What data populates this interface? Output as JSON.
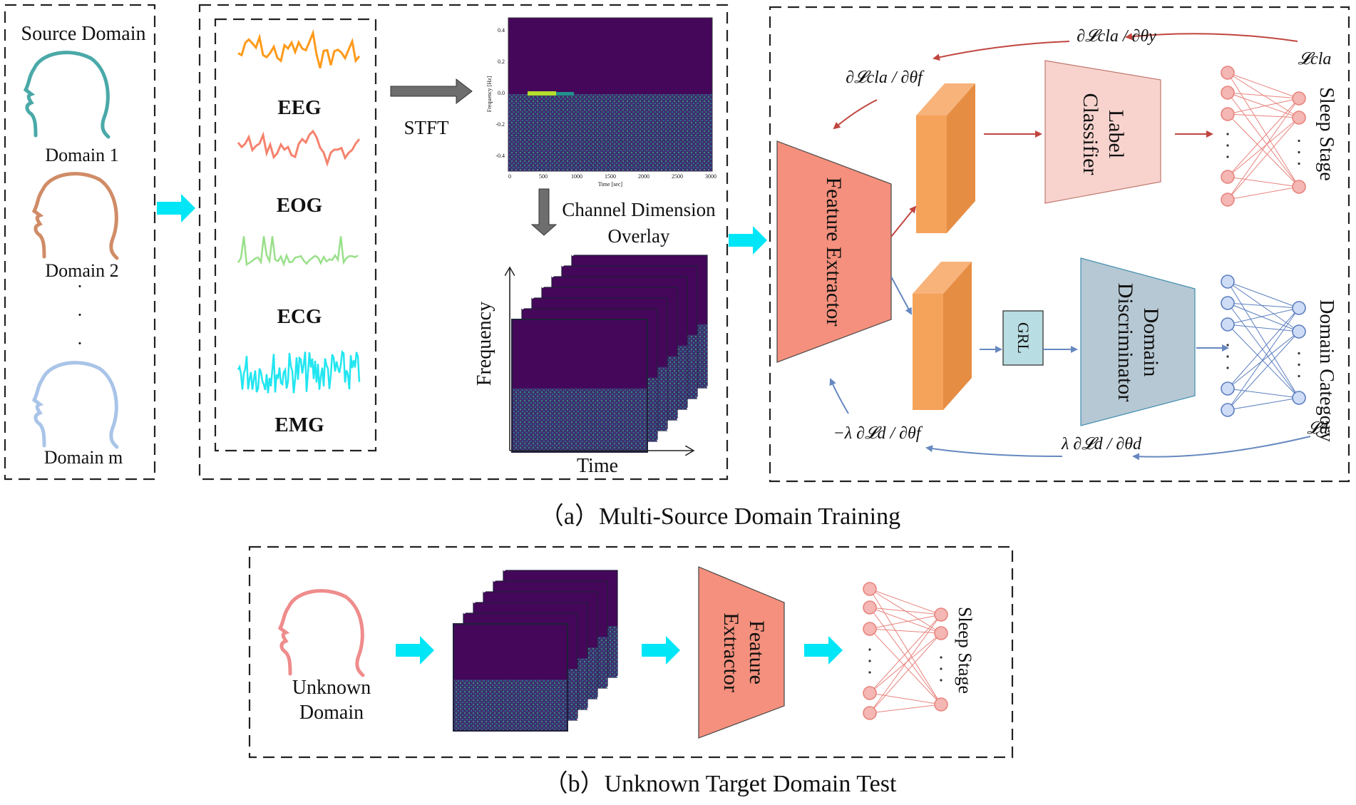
{
  "source_panel": {
    "title": "Source Domain",
    "domains": [
      "Domain 1",
      "Domain 2",
      "Domain m"
    ],
    "ellipsis": "·"
  },
  "signals": {
    "labels": [
      "EEG",
      "EOG",
      "ECG",
      "EMG"
    ],
    "colors": [
      "#ff9a1a",
      "#f5836e",
      "#9ae08a",
      "#22e6f0"
    ]
  },
  "preprocess": {
    "stft_label": "STFT",
    "overlay_label_line1": "Channel Dimension",
    "overlay_label_line2": "Overlay",
    "y_axis_label": "Frequency",
    "x_axis_label": "Time",
    "spectrogram": {
      "y_ticks": [
        "0.4",
        "0.2",
        "0.0",
        "-0.2",
        "-0.4"
      ],
      "x_ticks": [
        "0",
        "500",
        "1000",
        "1500",
        "2000",
        "2500",
        "3000"
      ],
      "x_axis_title": "Time [sec]",
      "y_axis_title": "Frequency [Hz]"
    }
  },
  "training": {
    "feature_extractor": "Feature Extractor",
    "label_classifier": [
      "Label",
      "Classifier"
    ],
    "domain_discriminator": [
      "Domain",
      "Discriminator"
    ],
    "grl": "GRL",
    "sleep_stage": "Sleep Stage",
    "domain_category": "Domain Category",
    "grad_cla_f": "∂𝓛cla / ∂θf",
    "grad_cla_y": "∂𝓛cla / ∂θy",
    "loss_cla": "𝓛cla",
    "grad_d_f": "−λ ∂𝓛d / ∂θf",
    "grad_d_d": "λ ∂𝓛d / ∂θd",
    "loss_d": "𝓛d"
  },
  "caption_a": "（a）Multi-Source Domain Training",
  "test": {
    "unknown_domain": [
      "Unknown",
      "Domain"
    ],
    "feature_extractor": [
      "Feature",
      "Extractor"
    ],
    "sleep_stage": "Sleep Stage"
  },
  "caption_b": "（b）Unknown Target Domain Test",
  "colors": {
    "teal_head": "#4aa9a8",
    "brown_head": "#d08c67",
    "blue_head": "#a9c4e8",
    "pink_head": "#ef8c8c",
    "salmon": "#f4907d",
    "orange": "#f5a25a",
    "pink_box": "#f8d3ce",
    "grey_blue_box": "#b6c8d3",
    "grl_box": "#b8dde2",
    "red_arrow": "#c0453f",
    "blue_arrow": "#6688c0",
    "cyan_arrow": "#00e6f6",
    "spectro_dark": "#44075a",
    "red_node": "#f4b7b3",
    "blue_node": "#cfdcf6"
  }
}
